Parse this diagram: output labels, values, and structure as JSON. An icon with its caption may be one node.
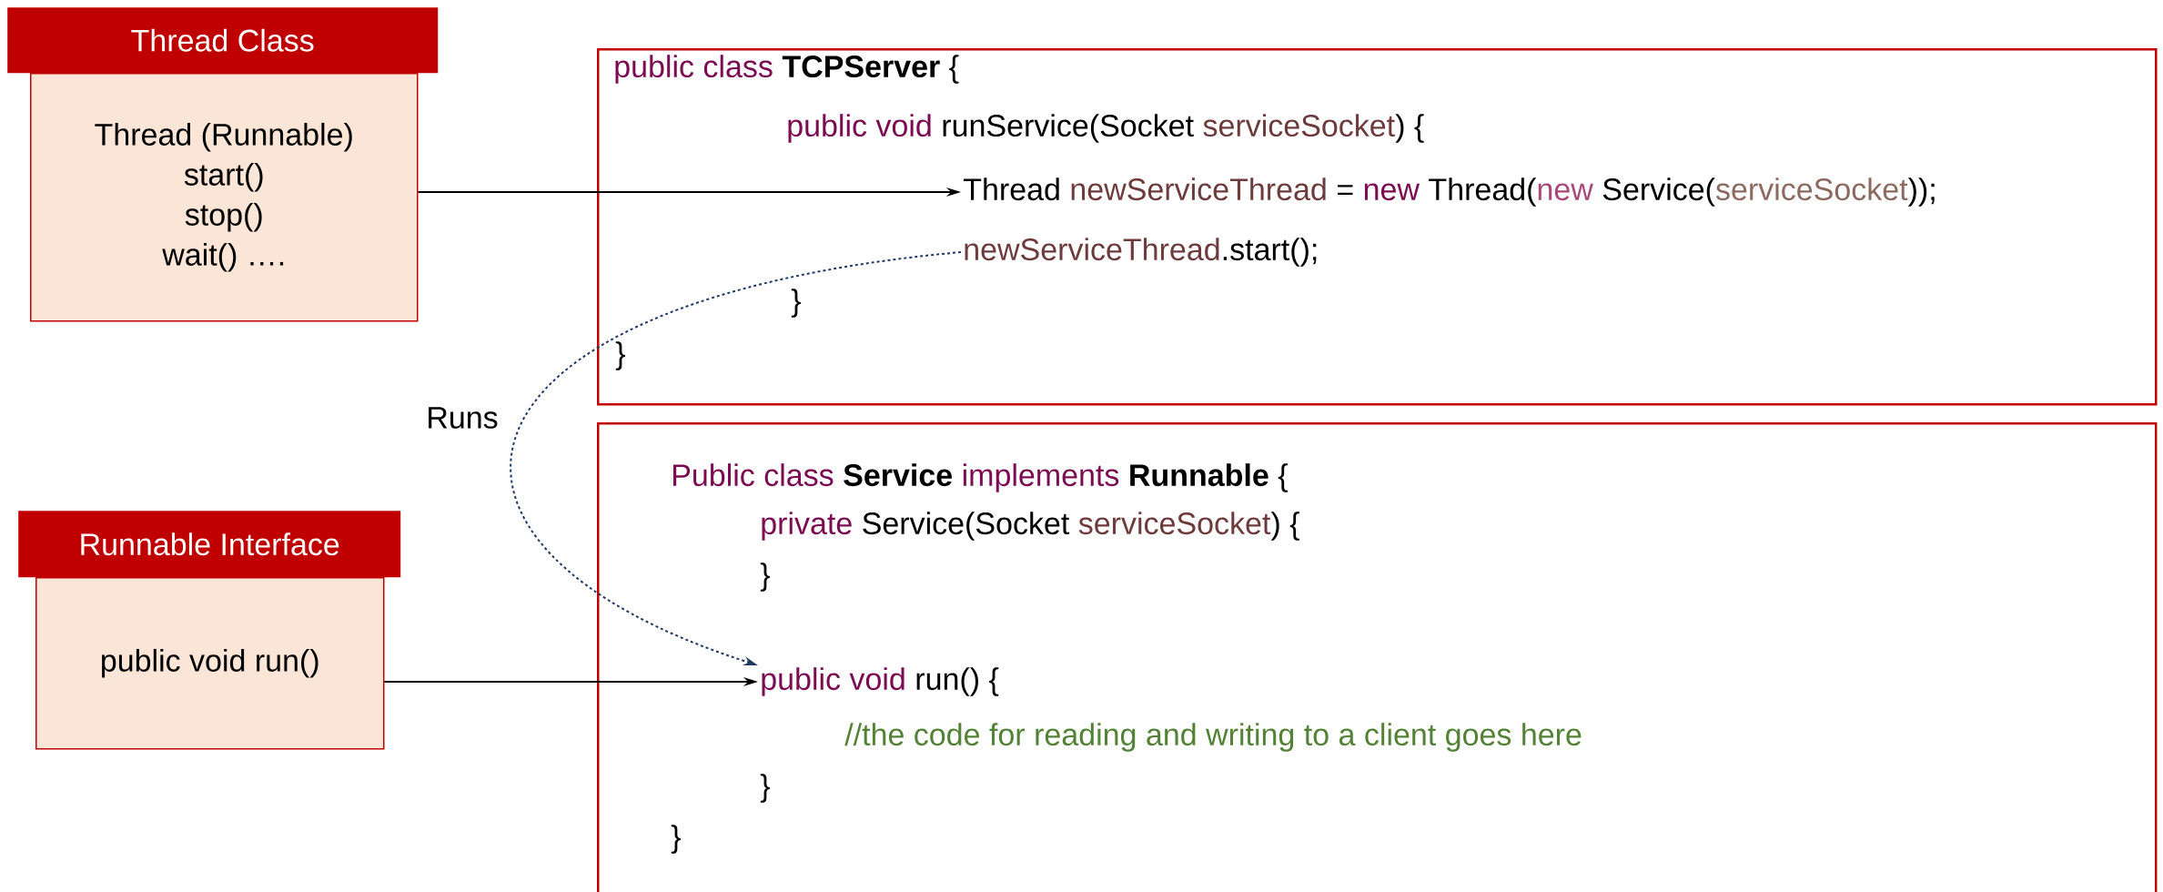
{
  "diagram": {
    "nodes": [
      {
        "text": [
          "Thread Class",
          "Thread (Runnable)",
          "start()",
          "stop()",
          "wait() …."
        ]
      },
      {
        "text": [],
        "shape": "box"
      },
      {
        "text": [
          "public class",
          "TCPServer",
          "{"
        ],
        "in": 1
      },
      {
        "text": [
          "public void",
          "runService(Socket",
          "serviceSocket",
          ") {"
        ],
        "in": 1
      },
      {
        "text": [
          "Thread",
          "newServiceThread",
          "=",
          "new",
          "Thread(",
          "new",
          "Service(",
          "serviceSocket",
          "));"
        ],
        "in": 1
      },
      {
        "text": [
          "newServiceThread",
          ".start();"
        ],
        "in": 1
      },
      {
        "text": [
          "}"
        ],
        "in": 1
      },
      {
        "text": [
          "}"
        ],
        "in": 1
      },
      {
        "text": [
          "Runnable Interface",
          "public void run()"
        ]
      },
      {
        "text": [],
        "shape": "box"
      },
      {
        "text": [
          "Public class",
          "Service",
          "implements",
          "Runnable",
          "{"
        ],
        "in": 9
      },
      {
        "text": [
          "private",
          "Service(Socket",
          "serviceSocket",
          ") {"
        ],
        "in": 9
      },
      {
        "text": [
          "}"
        ],
        "in": 9
      },
      {
        "text": [
          "public void",
          "run() {"
        ],
        "in": 9
      },
      {
        "text": [
          "//the code for reading and writing to a client goes here"
        ],
        "in": 9
      },
      {
        "text": [
          "}"
        ],
        "in": 9
      },
      {
        "text": [
          "}"
        ],
        "in": 9
      }
    ],
    "edges": [
      {
        "from": 0,
        "to": 4,
        "arrow": "to"
      },
      {
        "from": 8,
        "to": 13,
        "arrow": "to"
      },
      {
        "from": 5,
        "to": 13,
        "arrow": "to",
        "label": "Runs",
        "style": "dashed",
        "color": "#1f3864"
      }
    ]
  }
}
